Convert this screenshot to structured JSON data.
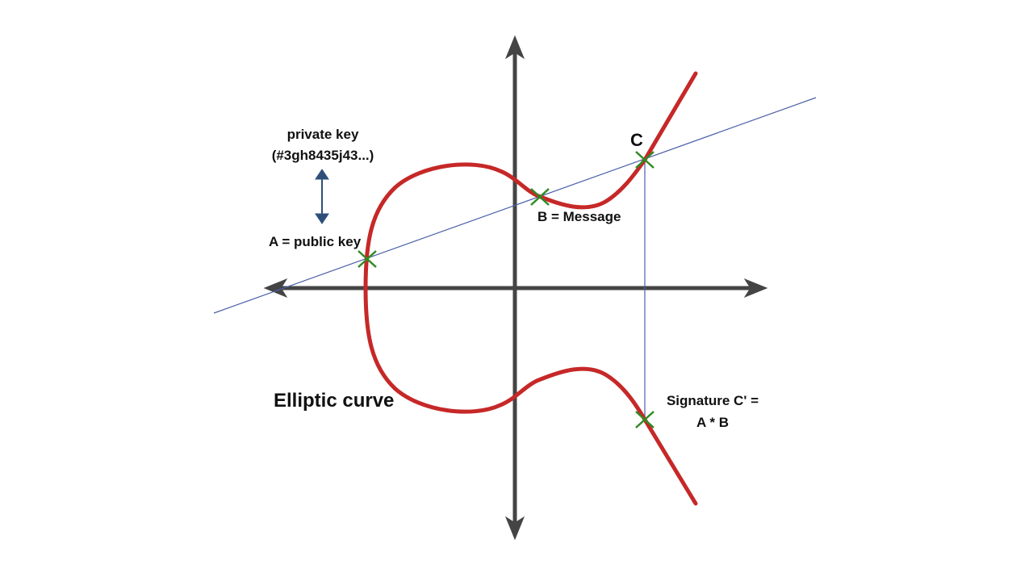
{
  "labels": {
    "private_key_line1": "private key",
    "private_key_line2": "(#3gh8435j43...)",
    "public_key": "A = public key",
    "message": "B = Message",
    "point_c": "C",
    "signature_line1": "Signature C' =",
    "signature_line2": "A * B",
    "curve_name": "Elliptic curve"
  },
  "colors": {
    "curve": "#c62828",
    "axes": "#444444",
    "secant_line": "#4a5fa8",
    "markers": "#2e8b22",
    "key_arrow": "#2e4f7a",
    "text": "#111111"
  }
}
